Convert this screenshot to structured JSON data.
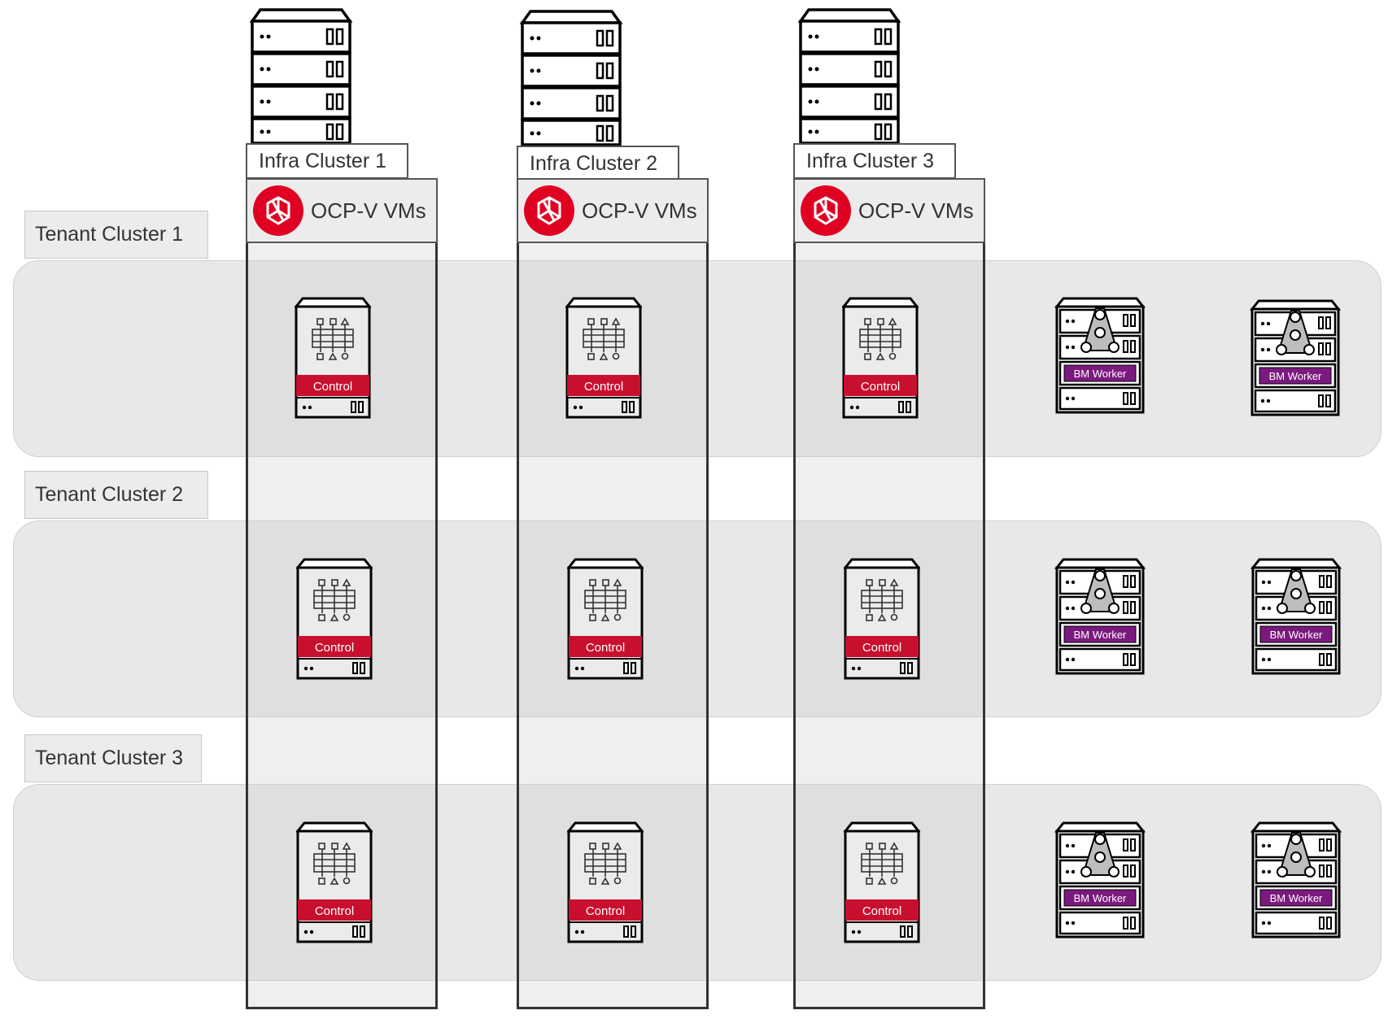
{
  "infra_clusters": [
    {
      "label": "Infra Cluster 1",
      "vm_label": "OCP-V VMs"
    },
    {
      "label": "Infra Cluster 2",
      "vm_label": "OCP-V VMs"
    },
    {
      "label": "Infra Cluster 3",
      "vm_label": "OCP-V VMs"
    }
  ],
  "tenant_clusters": [
    {
      "label": "Tenant Cluster 1",
      "control_label": "Control",
      "worker_label": "BM Worker"
    },
    {
      "label": "Tenant Cluster 2",
      "control_label": "Control",
      "worker_label": "BM Worker"
    },
    {
      "label": "Tenant Cluster 3",
      "control_label": "Control",
      "worker_label": "BM Worker"
    }
  ],
  "icons": {
    "infra_server": "server-rack-icon",
    "vm_logo": "openshift-virtualization-icon",
    "control_node": "control-node-server-icon",
    "worker_node": "bm-worker-server-icon"
  },
  "colors": {
    "control_red": "#c8102e",
    "worker_purple": "#7b1a7e",
    "vm_logo_red": "#e00022",
    "column_border": "#333333"
  }
}
